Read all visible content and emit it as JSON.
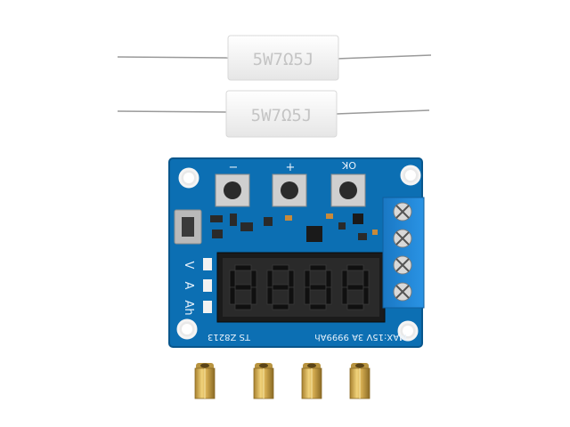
{
  "resistors": [
    {
      "label": "5W7Ω5J"
    },
    {
      "label": "5W7Ω5J"
    }
  ],
  "board": {
    "button_labels": [
      "−",
      "+",
      "OK"
    ],
    "side_labels": [
      "V",
      "A",
      "Ah"
    ],
    "model_label": "TS Z8213",
    "spec_label": "MAX:15V 3A 9999Ah",
    "display_digits": "8888"
  },
  "colors": {
    "pcb": "#0c6fb3",
    "pcb_dark": "#0a5a93",
    "resistor_body": "#f4f4f4",
    "terminal_block": "#1f86d6",
    "brass": "#c8a24c",
    "display_segment": "#0e0e0e"
  },
  "standoffs": [
    {
      "name": "standoff-1"
    },
    {
      "name": "standoff-2"
    },
    {
      "name": "standoff-3"
    },
    {
      "name": "standoff-4"
    }
  ]
}
